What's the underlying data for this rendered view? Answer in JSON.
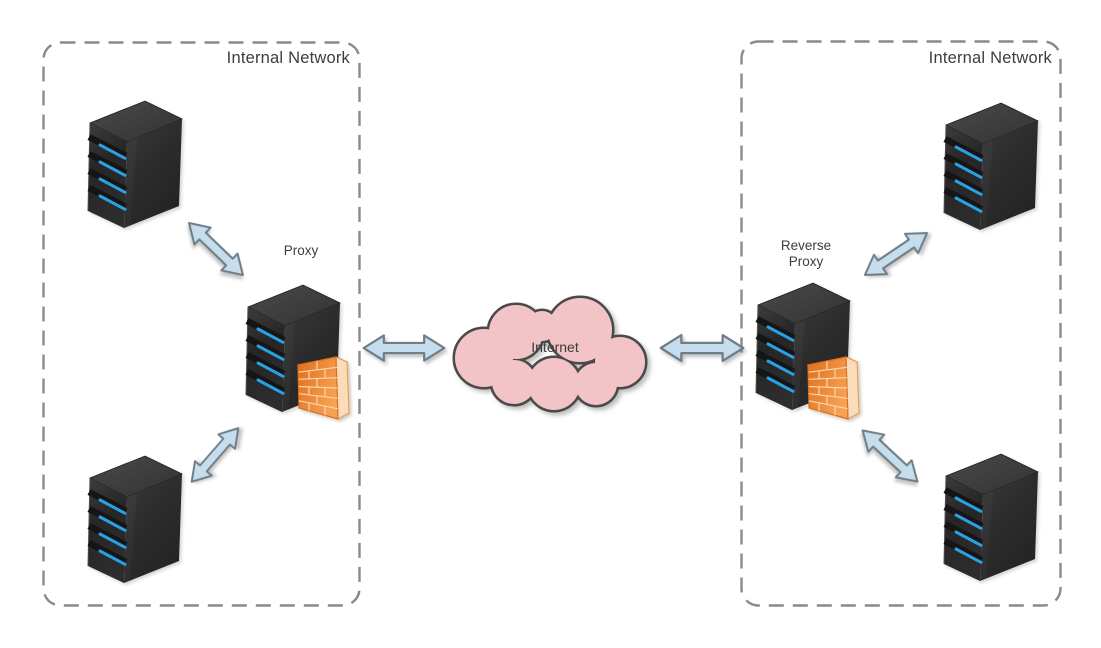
{
  "diagram": {
    "left_network": {
      "label": "Internal Network",
      "proxy_label": "Proxy",
      "nodes": [
        "server",
        "server",
        "proxy-server-with-firewall"
      ]
    },
    "internet": {
      "label": "Internet"
    },
    "right_network": {
      "label": "Internal Network",
      "proxy_label": "Reverse Proxy",
      "nodes": [
        "reverse-proxy-server-with-firewall",
        "server",
        "server"
      ]
    },
    "connections": [
      "left-server-top <-> proxy",
      "left-server-bottom <-> proxy",
      "proxy <-> internet",
      "internet <-> reverse-proxy",
      "reverse-proxy <-> right-server-top",
      "reverse-proxy <-> right-server-bottom"
    ]
  },
  "icons": {
    "server": "server-tower-icon",
    "firewall": "firewall-brick-wall-icon",
    "arrow": "double-headed-arrow-icon",
    "cloud": "internet-cloud-icon"
  },
  "colors": {
    "background": "#ffffff",
    "network_border": "#8a8a8a",
    "label_text": "#3d3d3d",
    "arrow_fill": "#c5ddec",
    "arrow_stroke": "#6f7d87",
    "cloud_fill": "#f2c3c7",
    "cloud_stroke": "#4a4a4a",
    "server_led": "#2aa0e5",
    "firewall_orange": "#ef8d3f"
  }
}
